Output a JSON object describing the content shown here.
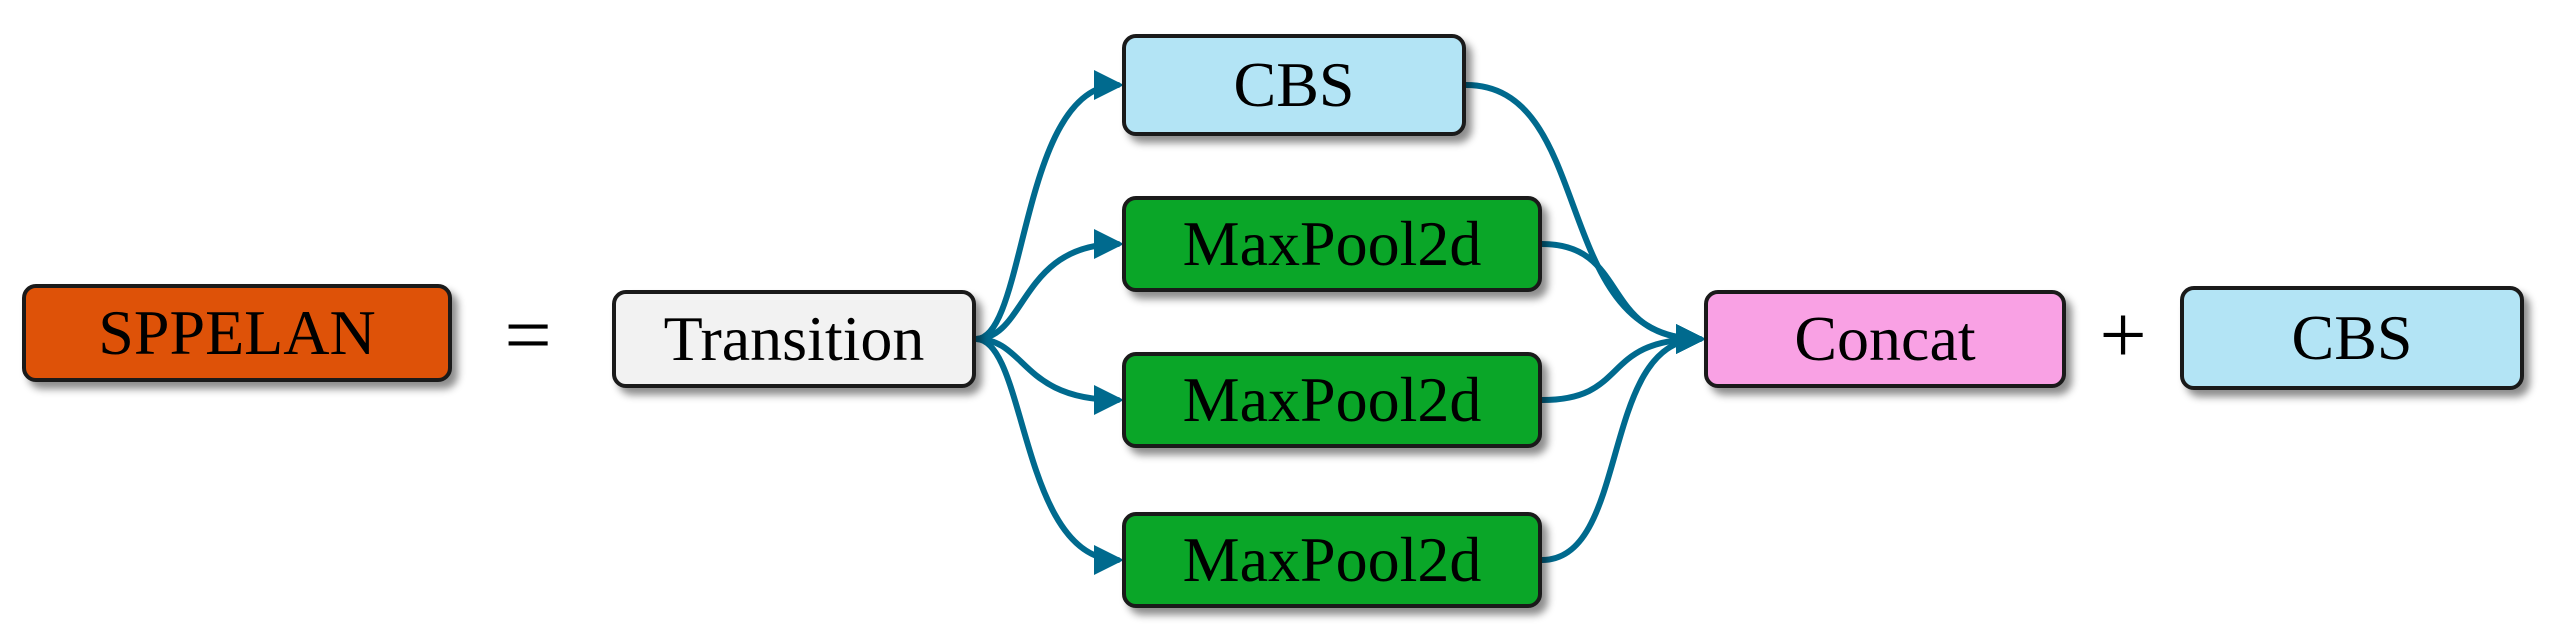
{
  "colors": {
    "edge": "#006a8e",
    "sppelan": "#de5208",
    "transition": "#f2f2f2",
    "cbs": "#b3e4f5",
    "maxpool": "#0aa628",
    "concat": "#f9a1e4"
  },
  "nodes": {
    "sppelan": "SPPELAN",
    "transition": "Transition",
    "cbs_top": "CBS",
    "maxpool_1": "MaxPool2d",
    "maxpool_2": "MaxPool2d",
    "maxpool_3": "MaxPool2d",
    "concat": "Concat",
    "cbs_right": "CBS"
  },
  "operators": {
    "equals": "=",
    "plus": "+"
  },
  "edges": [
    {
      "from": "transition",
      "to": "cbs_top"
    },
    {
      "from": "transition",
      "to": "maxpool_1"
    },
    {
      "from": "transition",
      "to": "maxpool_2"
    },
    {
      "from": "transition",
      "to": "maxpool_3"
    },
    {
      "from": "cbs_top",
      "to": "concat"
    },
    {
      "from": "maxpool_1",
      "to": "concat"
    },
    {
      "from": "maxpool_2",
      "to": "concat"
    },
    {
      "from": "maxpool_3",
      "to": "concat"
    }
  ]
}
